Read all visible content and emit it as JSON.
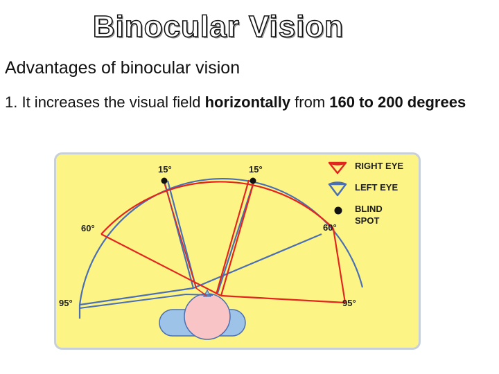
{
  "slide": {
    "title": "Binocular Vision",
    "subtitle": "Advantages of binocular vision",
    "point": {
      "number": "1.",
      "text_1": " It increases the visual field ",
      "bold_1": "horizontally",
      "text_2": " from ",
      "bold_2": "160 to 200 degrees"
    }
  },
  "diagram": {
    "angle_labels": {
      "top_left": "15°",
      "top_right": "15°",
      "mid_left": "60°",
      "mid_right": "60°",
      "bottom_left": "95°",
      "bottom_right": "95°"
    },
    "legend": {
      "right_eye": "RIGHT EYE",
      "left_eye": "LEFT EYE",
      "blind_spot_line1": "BLIND",
      "blind_spot_line2": "SPOT"
    },
    "colors": {
      "background": "#fdf486",
      "border": "#c7cfd9",
      "right_eye": "#e3251f",
      "left_eye": "#4a6fb3",
      "head": "#f9c4c6",
      "eyes_band": "#9dc3e8",
      "label": "#1d1d1d"
    }
  }
}
